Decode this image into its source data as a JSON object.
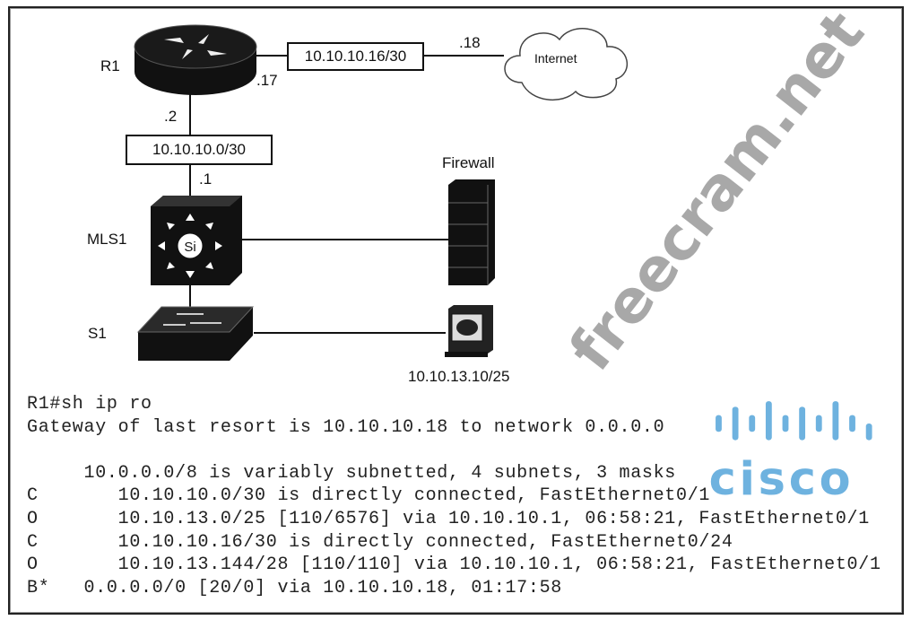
{
  "diagram": {
    "labels": {
      "r1": "R1",
      "mls1": "MLS1",
      "s1": "S1",
      "firewall": "Firewall",
      "internet": "Internet",
      "pc_ip": "10.10.13.10/25"
    },
    "subnets": {
      "wan": "10.10.10.16/30",
      "r1_mls": "10.10.10.0/30"
    },
    "interfaces": {
      "r1_wan": ".17",
      "isp": ".18",
      "r1_lan": ".2",
      "mls_up": ".1"
    }
  },
  "cli": {
    "lines": [
      "R1#sh ip ro",
      "Gateway of last resort is 10.10.10.18 to network 0.0.0.0",
      "",
      "     10.0.0.0/8 is variably subnetted, 4 subnets, 3 masks",
      "C       10.10.10.0/30 is directly connected, FastEthernet0/1",
      "O       10.10.13.0/25 [110/6576] via 10.10.10.1, 06:58:21, FastEthernet0/1",
      "C       10.10.10.16/30 is directly connected, FastEthernet0/24",
      "O       10.10.13.144/28 [110/110] via 10.10.10.1, 06:58:21, FastEthernet0/1",
      "B*   0.0.0.0/0 [20/0] via 10.10.10.18, 01:17:58"
    ]
  },
  "watermarks": {
    "logo": "cisco",
    "site": "freecram.net",
    "logo_color": "#4a9fd8",
    "site_color": "#9a9a9a"
  }
}
